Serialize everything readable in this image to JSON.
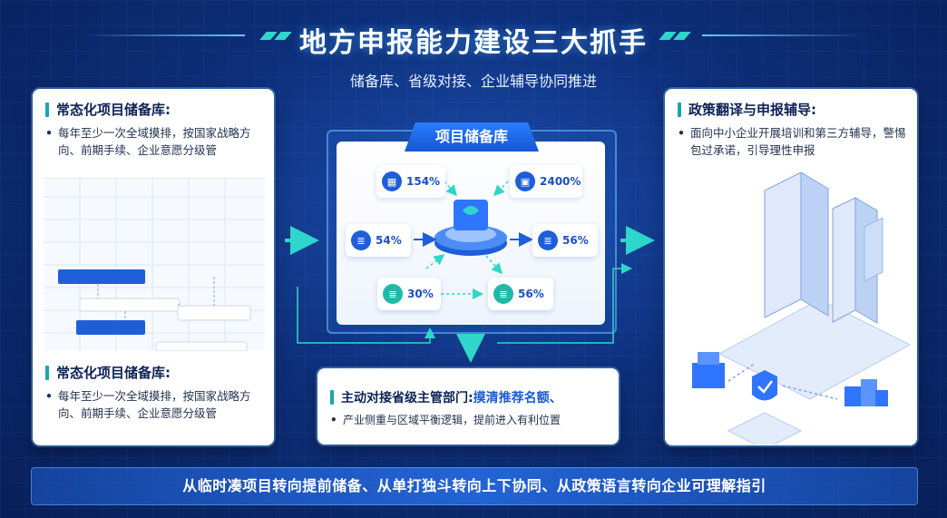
{
  "header": {
    "title": "地方申报能力建设三大抓手",
    "subtitle": "储备库、省级对接、企业辅导协同推进"
  },
  "left_panel": {
    "section1": {
      "heading": "常态化项目储备库:",
      "bullet": "每年至少一次全域摸排，按国家战略方向、前期手续、企业意愿分级管"
    },
    "section2": {
      "heading": "常态化项目储备库:",
      "bullet": "每年至少一次全域摸排，按国家战略方向、前期手续、企业意愿分级管"
    }
  },
  "center": {
    "tag": "项目储备库",
    "stats": [
      {
        "value": "154%",
        "icon": "building-icon"
      },
      {
        "value": "2400%",
        "icon": "lock-icon"
      },
      {
        "value": "54%",
        "icon": "document-icon"
      },
      {
        "value": "56%",
        "icon": "document-icon"
      },
      {
        "value": "30%",
        "icon": "document-icon"
      },
      {
        "value": "56%",
        "icon": "document-icon"
      }
    ]
  },
  "bottom_card": {
    "heading": "主动对接省级主管部门:",
    "heading_highlight": "摸清推荐名额、",
    "bullet": "产业侧重与区域平衡逻辑，提前进入有利位置"
  },
  "right_panel": {
    "heading": "政策翻译与申报辅导:",
    "bullet": "面向中小企业开展培训和第三方辅导，警惕包过承诺，引导理性申报"
  },
  "banner": {
    "text": "从临时凑项目转向提前储备、从单打独斗转向上下协同、从政策语言转向企业可理解指引"
  },
  "colors": {
    "background": "#0d2f7a",
    "accent_teal": "#2fd6c9",
    "accent_blue": "#1e5fd8"
  }
}
